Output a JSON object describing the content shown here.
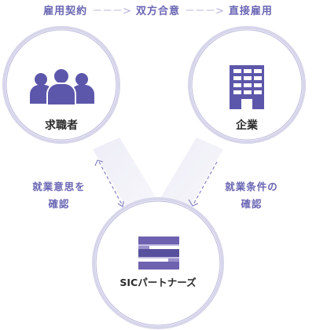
{
  "flow": {
    "step1": "雇用契約",
    "arrow": "－－－>",
    "step2": "双方合意",
    "step3": "直接雇用"
  },
  "nodes": {
    "job_seeker": {
      "label": "求職者",
      "icon": "people-group-icon"
    },
    "company": {
      "label": "企業",
      "icon": "building-icon"
    },
    "agency": {
      "label": "SICパートナーズ",
      "icon": "sic-logo-icon"
    }
  },
  "notes": {
    "left_line1": "就業意思を",
    "left_line2": "確認",
    "right_line1": "就業条件の",
    "right_line2": "確認"
  },
  "colors": {
    "accent": "#5d57ab",
    "ring": "#cfcde6",
    "text": "#2b2b2b"
  }
}
